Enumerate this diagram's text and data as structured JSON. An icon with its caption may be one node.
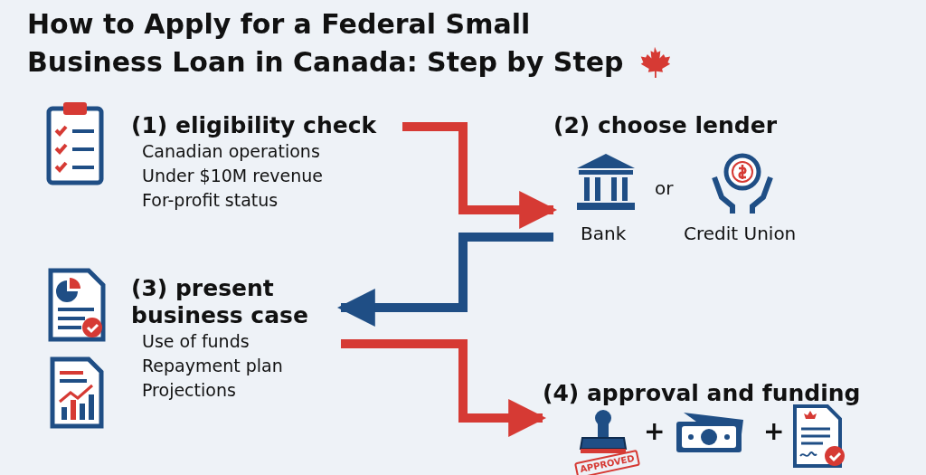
{
  "diagram": {
    "title": "How to Apply for a Federal Small Business Loan in Canada: Step by Step",
    "nodes": [
      {
        "text": [
          "(1) eligibility check",
          "Canadian operations",
          "Under $10M revenue",
          "For-profit status"
        ]
      },
      {
        "text": [
          "(2) choose lender"
        ]
      },
      {
        "text": [
          "(3) present business case",
          "Use of funds",
          "Repayment plan",
          "Projections"
        ]
      },
      {
        "text": [
          "(4) approval and funding"
        ]
      }
    ],
    "edges": [
      {
        "from": 0,
        "to": 1,
        "arrow": "to",
        "color": "#d63a34"
      },
      {
        "from": 1,
        "to": 2,
        "arrow": "to",
        "color": "#1f4e85"
      },
      {
        "from": 2,
        "to": 3,
        "arrow": "to",
        "color": "#d63a34"
      }
    ],
    "labels": [
      "or",
      "Bank",
      "Credit Union",
      "APPROVED",
      "+",
      "+"
    ]
  }
}
